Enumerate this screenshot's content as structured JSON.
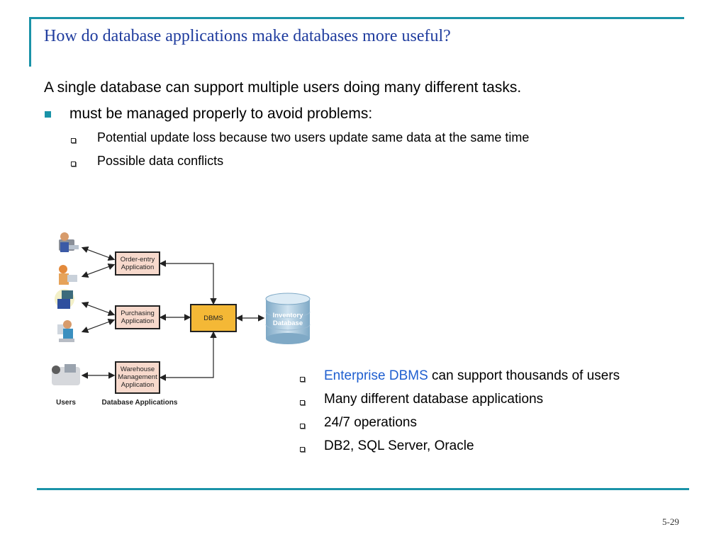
{
  "title": "How do database applications make databases more useful?",
  "lead": "A single database can support multiple users doing many different tasks.",
  "bullet": "must be managed properly to avoid problems:",
  "sub_bullets": [
    "Potential update loss because two users update same data at the same time",
    "Possible data conflicts"
  ],
  "diagram": {
    "apps": [
      [
        "Order-entry",
        "Application"
      ],
      [
        "Purchasing",
        "Application"
      ],
      [
        "Warehouse",
        "Management",
        "Application"
      ]
    ],
    "dbms": "DBMS",
    "database": [
      "Inventory",
      "Database"
    ],
    "users_label": "Users",
    "apps_label": "Database Applications"
  },
  "right_bullets": {
    "first_highlight": "Enterprise DBMS",
    "first_rest": " can support thousands of users",
    "items": [
      "Many different database applications",
      "24/7 operations",
      "DB2, SQL Server, Oracle"
    ]
  },
  "colors": {
    "accent": "#1a93a8",
    "title": "#1f3c9e",
    "link": "#1f5fd0",
    "app_box": "#f7d9cc",
    "dbms_box": "#f4b836"
  },
  "page_number": "5-29"
}
